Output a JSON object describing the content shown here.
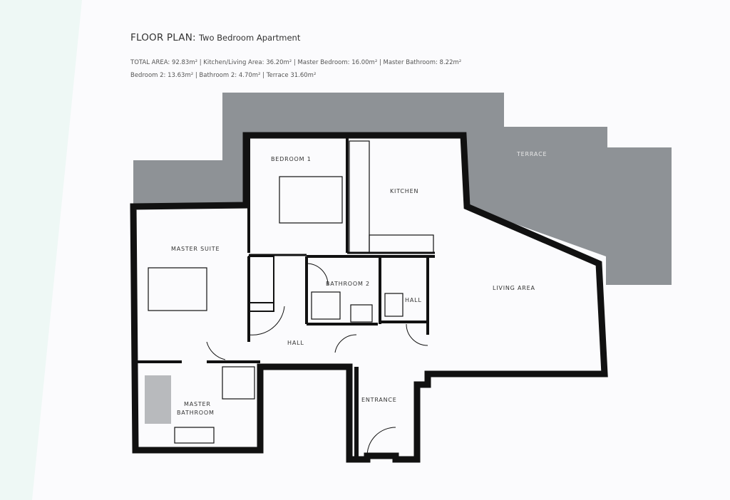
{
  "header": {
    "title_bold": "FLOOR PLAN:",
    "title_rest": "Two Bedroom Apartment"
  },
  "areas": {
    "line1": "TOTAL AREA: 92.83m² | Kitchen/Living Area: 36.20m² | Master Bedroom: 16.00m² | Master Bathroom: 8.22m²",
    "line2": "Bedroom 2: 13.63m² | Bathroom 2: 4.70m² | Terrace 31.60m²"
  },
  "rooms": {
    "terrace": "TERRACE",
    "bedroom1": "BEDROOM 1",
    "kitchen": "KITCHEN",
    "master_suite": "MASTER SUITE",
    "bathroom2": "BATHROOM 2",
    "hall_small": "HALL",
    "living": "LIVING AREA",
    "hall": "HALL",
    "master_bath_1": "MASTER",
    "master_bath_2": "BATHROOM",
    "entrance": "ENTRANCE"
  },
  "colors": {
    "terrace": "#8e9296",
    "wall": "#111111",
    "accent_edge": "#cdeee6"
  }
}
